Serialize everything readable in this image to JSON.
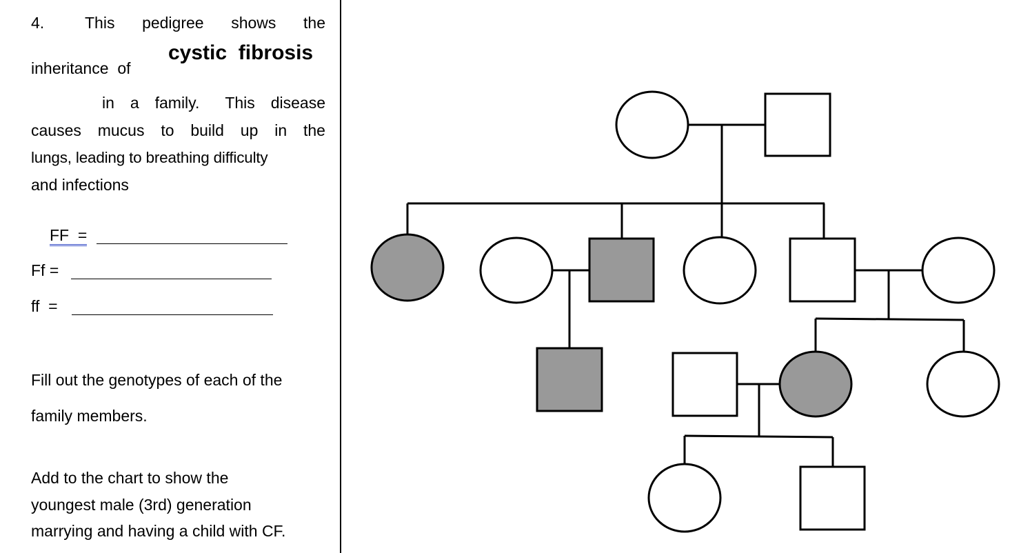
{
  "question": {
    "number": "4.",
    "line1_words": [
      "This",
      "pedigree",
      "shows",
      "the"
    ],
    "line2_prefix_words": [
      "inheritance",
      "of"
    ],
    "disease_words": [
      "cystic",
      "fibrosis"
    ],
    "line3_words": [
      "in",
      "a",
      "family.",
      "This",
      "disease"
    ],
    "line4_words": [
      "causes",
      "mucus",
      "to",
      "build",
      "up",
      "in",
      "the"
    ],
    "line5": "lungs, leading to breathing difficulty",
    "line6": "and infections"
  },
  "genotypes": [
    {
      "label": "FF  ="
    },
    {
      "label": "Ff ="
    },
    {
      "label": "ff  ="
    }
  ],
  "instruction1": [
    "Fill out the genotypes of each of the",
    "family members."
  ],
  "instruction2": [
    "Add to the chart to show the",
    "youngest male (3rd) generation",
    "marrying and having a child with CF."
  ],
  "colors": {
    "affected": "#999999",
    "unaffected": "#ffffff",
    "line": "#000000"
  },
  "pedigree": {
    "individuals": [
      {
        "id": "g1-mother",
        "sex": "female",
        "affected": false
      },
      {
        "id": "g1-father",
        "sex": "male",
        "affected": false
      },
      {
        "id": "g2-daughter-1",
        "sex": "female",
        "affected": true
      },
      {
        "id": "g2-wife-of-son-1",
        "sex": "female",
        "affected": false
      },
      {
        "id": "g2-son-1",
        "sex": "male",
        "affected": true
      },
      {
        "id": "g2-daughter-2",
        "sex": "female",
        "affected": false
      },
      {
        "id": "g2-son-2",
        "sex": "male",
        "affected": false
      },
      {
        "id": "g2-wife-of-son-2",
        "sex": "female",
        "affected": false
      },
      {
        "id": "g3-son",
        "sex": "male",
        "affected": true
      },
      {
        "id": "g3-husband",
        "sex": "male",
        "affected": false
      },
      {
        "id": "g3-daughter-1",
        "sex": "female",
        "affected": true
      },
      {
        "id": "g3-daughter-2",
        "sex": "female",
        "affected": false
      },
      {
        "id": "g4-daughter",
        "sex": "female",
        "affected": false
      },
      {
        "id": "g4-son",
        "sex": "male",
        "affected": false
      }
    ]
  }
}
